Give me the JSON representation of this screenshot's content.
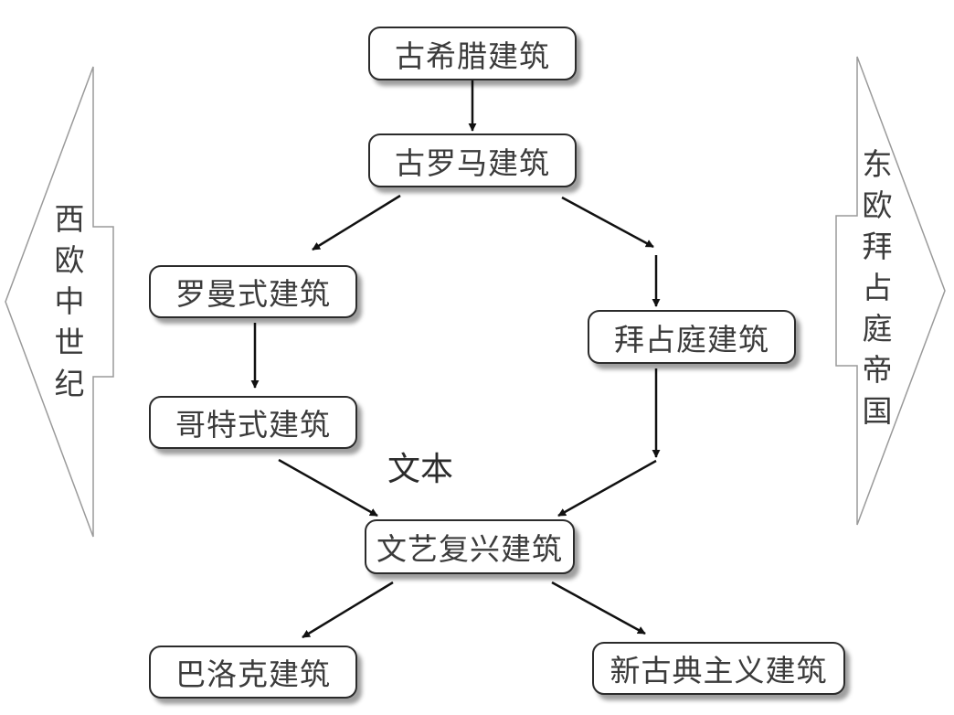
{
  "nodes": {
    "greek": "古希腊建筑",
    "roman": "古罗马建筑",
    "romanesque": "罗曼式建筑",
    "gothic": "哥特式建筑",
    "byzantine": "拜占庭建筑",
    "renaissance": "文艺复兴建筑",
    "baroque": "巴洛克建筑",
    "neoclassical": "新古典主义建筑"
  },
  "left_arrow_label": [
    "西",
    "欧",
    "中",
    "世",
    "纪"
  ],
  "right_arrow_label": [
    "东",
    "欧",
    "拜",
    "占",
    "庭",
    "帝",
    "国"
  ],
  "free_text": "文本",
  "colors": {
    "stroke": "#2b2b2b",
    "text": "#3b3b3b",
    "arrow_outline": "#9a9a9a"
  }
}
